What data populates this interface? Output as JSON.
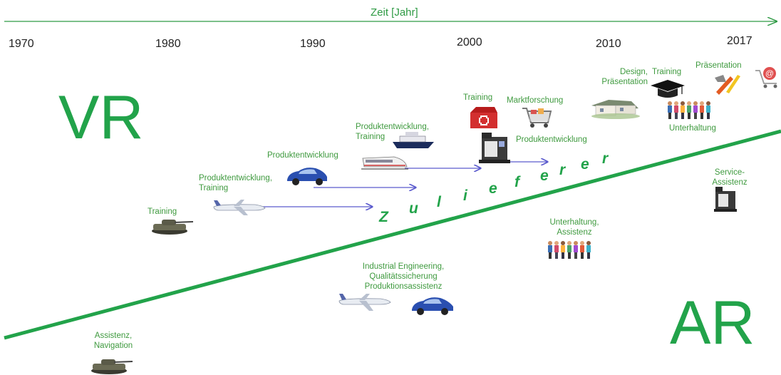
{
  "axis": {
    "title": "Zeit [Jahr]",
    "years": [
      "1970",
      "1980",
      "1990",
      "2000",
      "2010",
      "2017"
    ]
  },
  "regions": {
    "top": "VR",
    "bottom": "AR"
  },
  "divider_label": [
    "Z",
    "u",
    "l",
    "i",
    "e",
    "f",
    "e",
    "r",
    "e",
    "r"
  ],
  "labels": {
    "vr_training_1980": "Training",
    "vr_pe_training_1985": [
      "Produktentwicklung,",
      "Training"
    ],
    "vr_pe_1990": "Produktentwicklung",
    "vr_pe_training_1995": [
      "Produktentwicklung,",
      "Training"
    ],
    "vr_training_2000": "Training",
    "vr_market": "Marktforschung",
    "vr_pe_2003": "Produktentwicklung",
    "vr_design": [
      "Design,",
      "Präsentation"
    ],
    "vr_training_2013": "Training",
    "vr_praesentation": "Präsentation",
    "vr_unterhaltung": "Unterhaltung",
    "ar_service": [
      "Service-",
      "Assistenz"
    ],
    "ar_unterhaltung": [
      "Unterhaltung,",
      "Assistenz"
    ],
    "ar_industrial": [
      "Industrial Engineering,",
      "Qualitätssicherung",
      "Produktionsassistenz"
    ],
    "ar_assistenz": [
      "Assistenz,",
      "Navigation"
    ]
  },
  "icons": [
    "tank-icon",
    "airplane-icon",
    "car-icon",
    "train-icon",
    "ship-icon",
    "first-aid-kit-icon",
    "shopping-cart-icon",
    "cnc-machine-icon",
    "house-icon",
    "graduation-cap-icon",
    "people-icon",
    "tools-icon",
    "email-cart-icon"
  ],
  "colors": {
    "green": "#22a34a",
    "label_green": "#3f9a3f",
    "arrow_blue": "#5a5acd"
  }
}
